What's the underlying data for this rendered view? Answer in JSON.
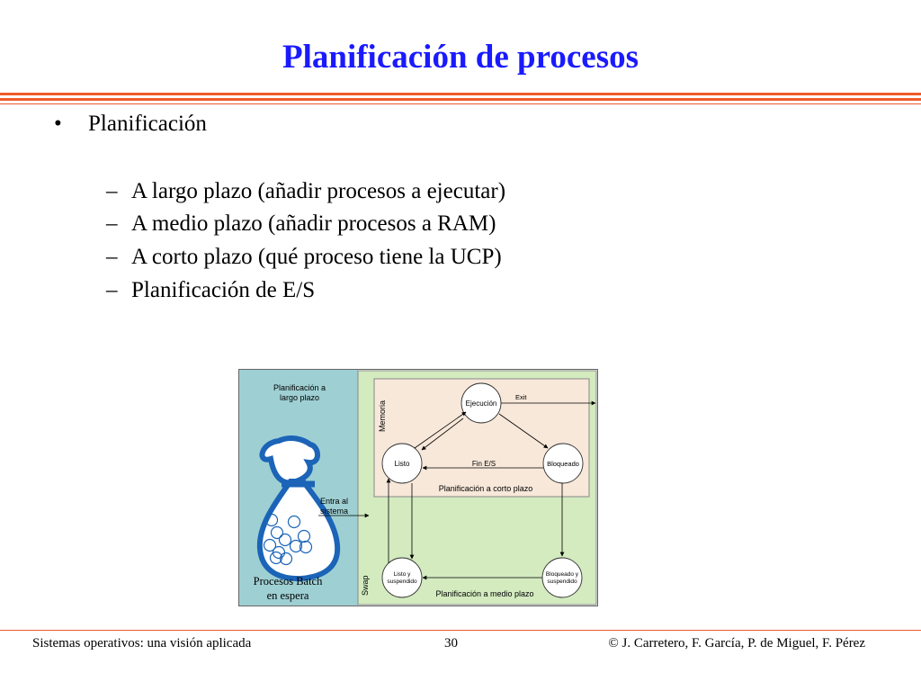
{
  "title": "Planificación de procesos",
  "bullet": {
    "symbol": "•",
    "label": "Planificación"
  },
  "subitems": [
    "A largo plazo (añadir procesos a ejecutar)",
    "A medio plazo (añadir procesos a RAM)",
    "A corto plazo (qué proceso tiene la UCP)",
    "Planificación de E/S"
  ],
  "dash": "–",
  "diagram": {
    "long_term_line1": "Planificación a",
    "long_term_line2": "largo plazo",
    "enter_line1": "Entra al",
    "enter_line2": "sistema",
    "batch_line1": "Procesos Batch",
    "batch_line2": "en espera",
    "memoria": "Memoria",
    "swap": "Swap",
    "ejecucion": "Ejecución",
    "exit": "Exit",
    "listo": "Listo",
    "bloqueado": "Bloqueado",
    "fin_es": "Fin E/S",
    "short_term": "Planificación a corto plazo",
    "listo_susp_line1": "Listo y",
    "listo_susp_line2": "suspendido",
    "bloq_susp_line1": "Bloqueado y",
    "bloq_susp_line2": "suspendido",
    "medium_term": "Planificación a medio plazo",
    "colors": {
      "batch_panel": "#9ecfd3",
      "swap_panel": "#d3ebbf",
      "memory_panel": "#f8e8da",
      "bag": "#1b64b7"
    }
  },
  "footer": {
    "left": "Sistemas operativos: una visión aplicada",
    "center": "30",
    "right": "© J. Carretero, F. García, P. de Miguel, F. Pérez"
  }
}
